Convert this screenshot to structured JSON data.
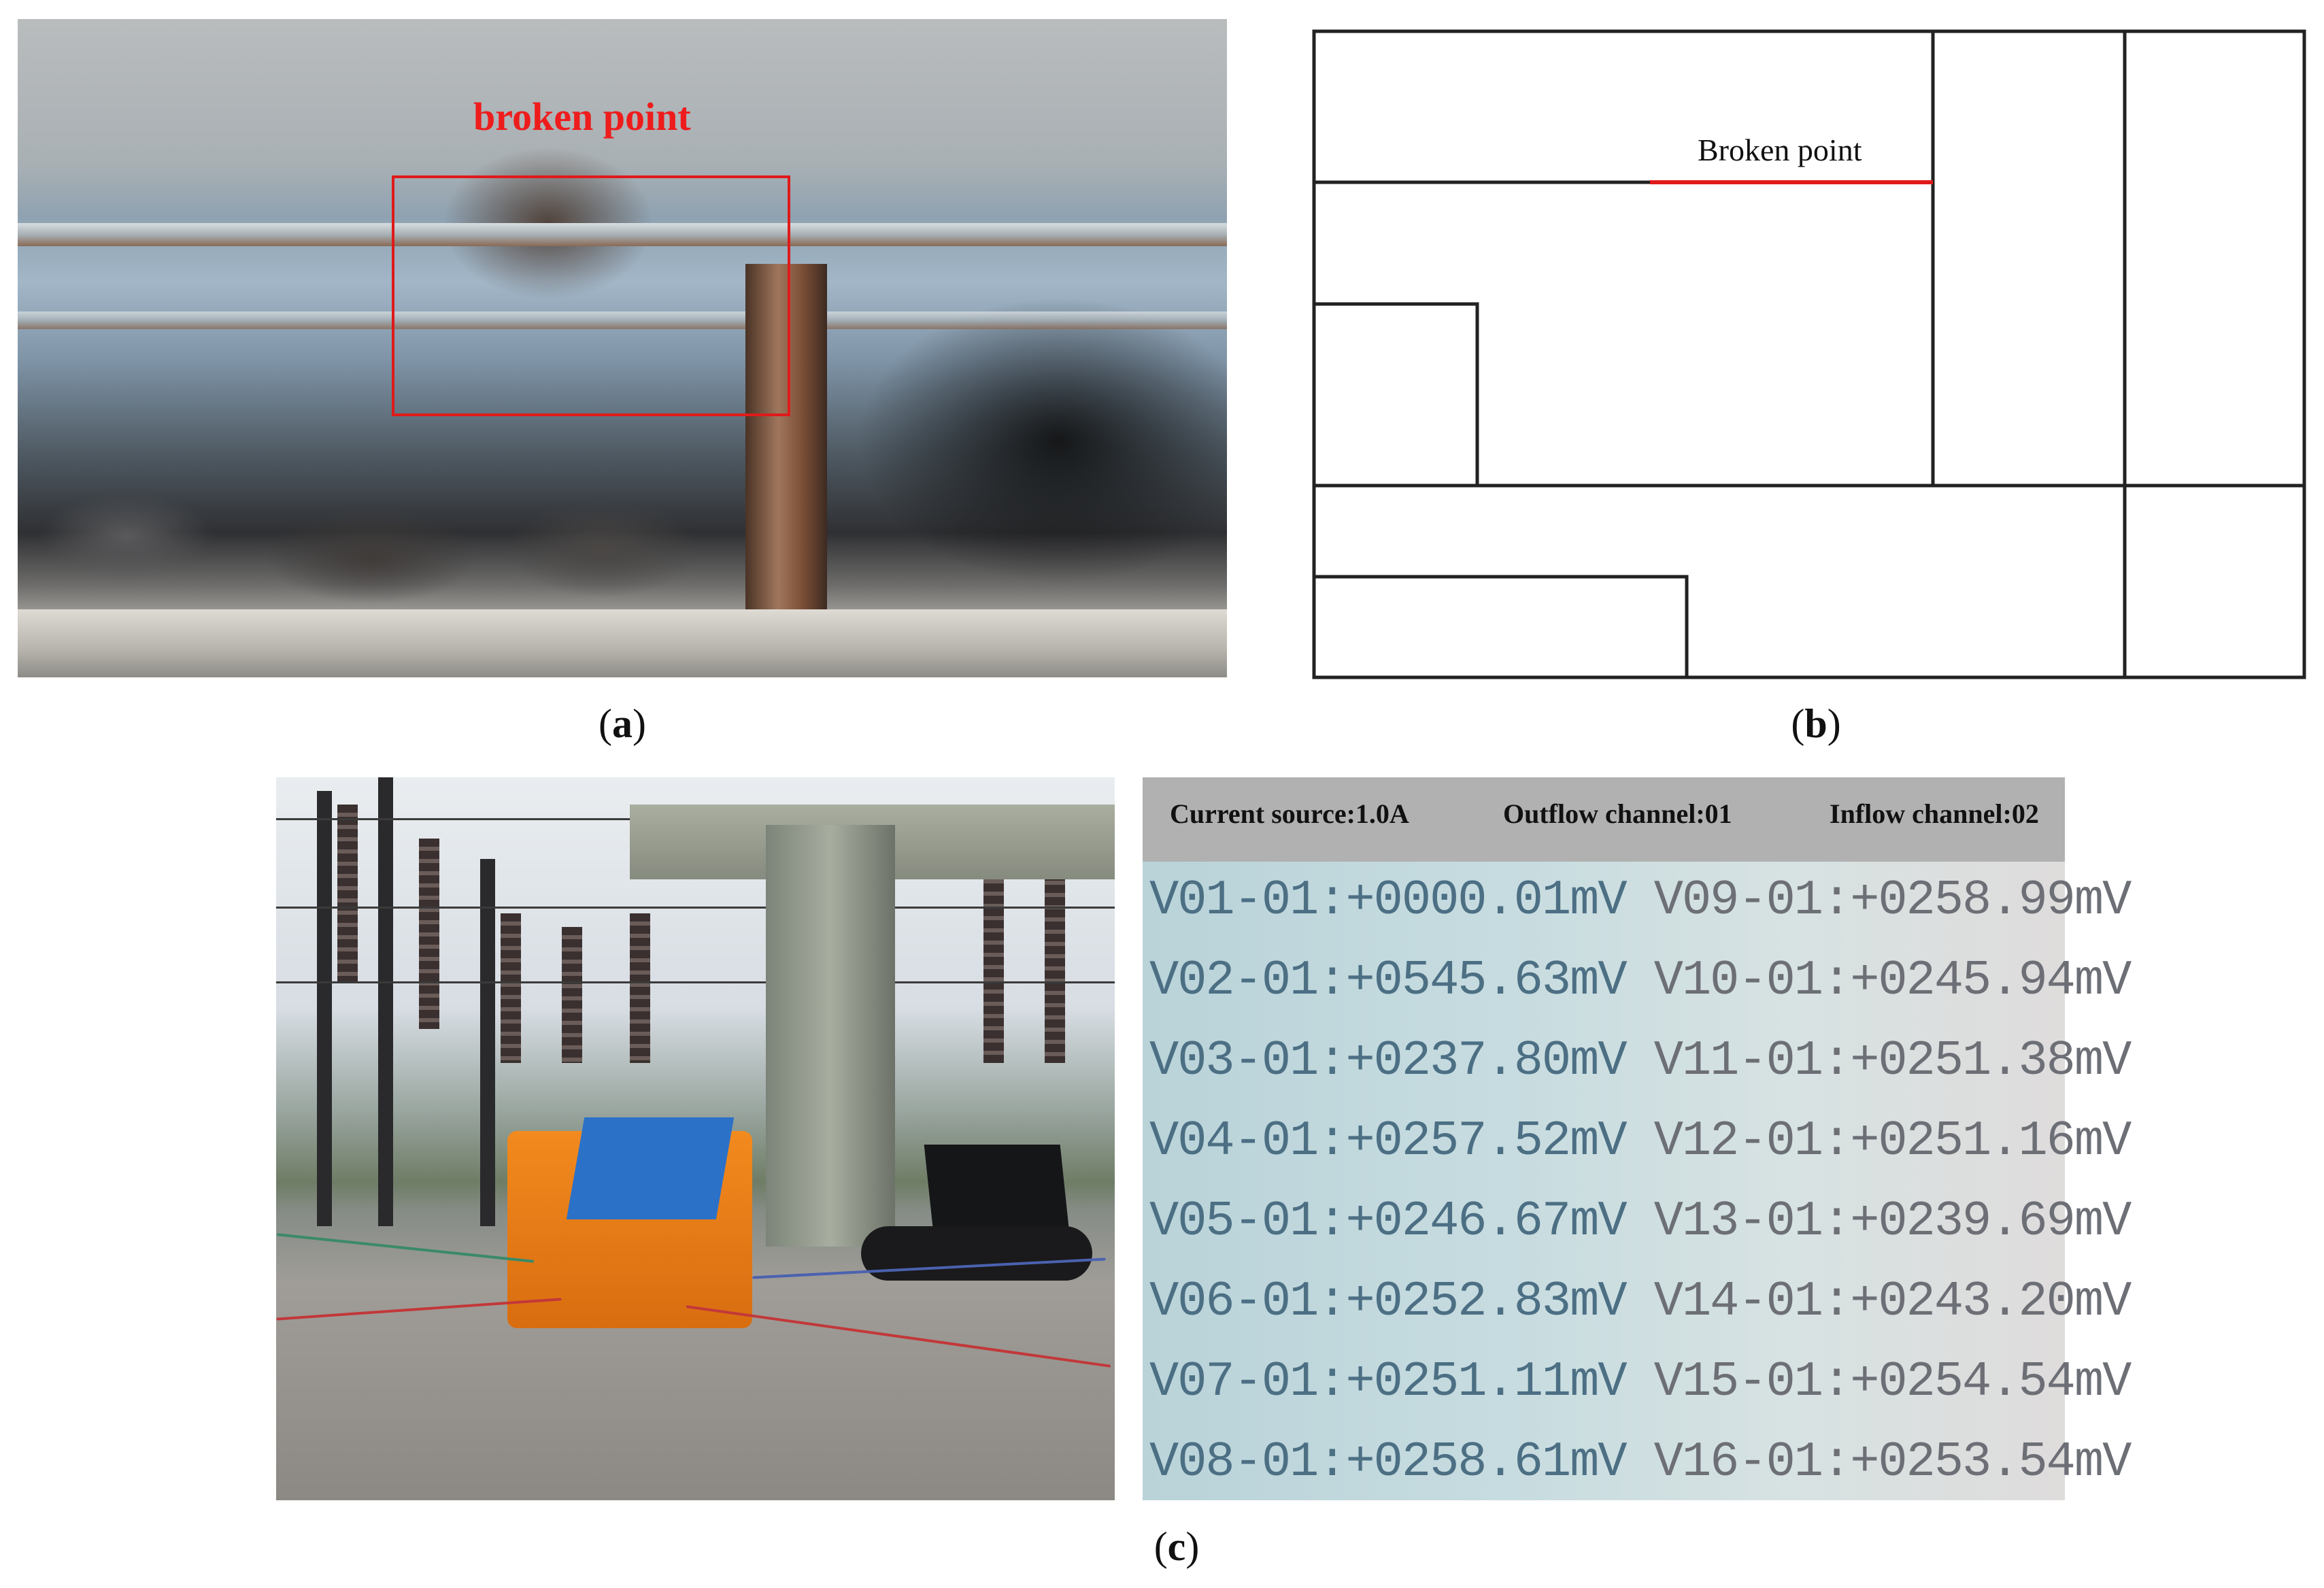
{
  "panel_a": {
    "marker_label": "broken point",
    "caption_letter": "a"
  },
  "panel_b": {
    "label": "Broken point",
    "caption_letter": "b",
    "colors": {
      "line": "#222222",
      "highlight": "#e01a1a"
    }
  },
  "panel_c": {
    "caption_letter": "c",
    "header": {
      "current_source": "Current source:1.0A",
      "outflow_channel": "Outflow channel:01",
      "inflow_channel": "Inflow channel:02"
    },
    "readings_left": [
      "V01-01:+0000.01mV",
      "V02-01:+0545.63mV",
      "V03-01:+0237.80mV",
      "V04-01:+0257.52mV",
      "V05-01:+0246.67mV",
      "V06-01:+0252.83mV",
      "V07-01:+0251.11mV",
      "V08-01:+0258.61mV"
    ],
    "readings_right": [
      "V09-01:+0258.99mV",
      "V10-01:+0245.94mV",
      "V11-01:+0251.38mV",
      "V12-01:+0251.16mV",
      "V13-01:+0239.69mV",
      "V14-01:+0243.20mV",
      "V15-01:+0254.54mV",
      "V16-01:+0253.54mV"
    ]
  }
}
